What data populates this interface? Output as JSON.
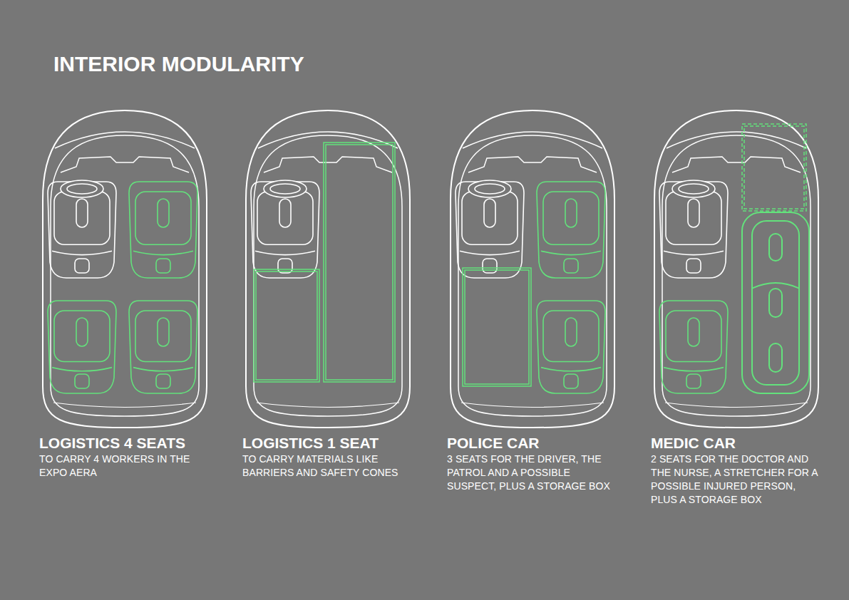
{
  "diagram": {
    "title": "INTERIOR MODULARITY",
    "nodes": [
      {
        "text": [
          "LOGISTICS 4 SEATS",
          "TO CARRY 4 WORKERS IN THE EXPO AERA"
        ]
      },
      {
        "text": [
          "LOGISTICS 1 SEAT",
          "TO CARRY MATERIALS LIKE BARRIERS AND SAFETY CONES"
        ]
      },
      {
        "text": [
          "POLICE CAR",
          "3 SEATS FOR THE DRIVER, THE PATROL AND A POSSIBLE SUSPECT, PLUS A STORAGE BOX"
        ]
      },
      {
        "text": [
          "MEDIC CAR",
          "2 SEATS FOR THE DOCTOR AND THE NURSE, A STRETCHER FOR A POSSIBLE INJURED PERSON, PLUS A STORAGE BOX"
        ]
      }
    ]
  }
}
